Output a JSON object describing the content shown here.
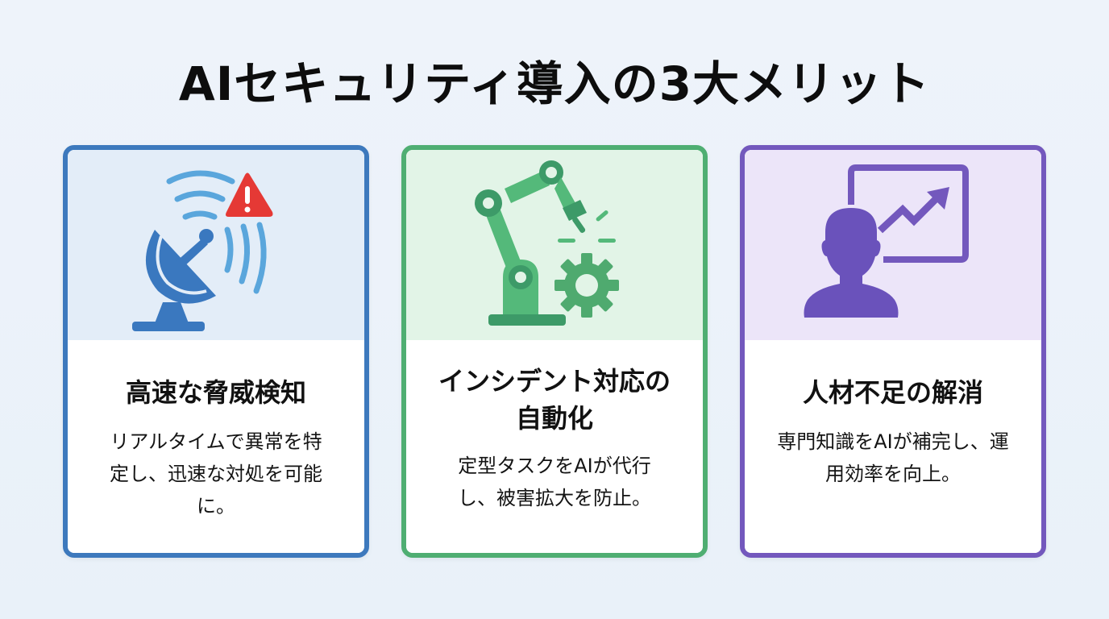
{
  "page": {
    "title": "AIセキュリティ導入の3大メリット"
  },
  "cards": [
    {
      "title": "高速な脅威検知",
      "description": "リアルタイムで異常を特定し、迅速な対処を可能に。",
      "icon": "satellite-dish-alert-icon",
      "accent": "#3d79bd",
      "icon_bg": "#e3edf8"
    },
    {
      "title": "インシデント対応の自動化",
      "description": "定型タスクをAIが代行し、被害拡大を防止。",
      "icon": "robot-arm-gear-icon",
      "accent": "#4fae72",
      "icon_bg": "#e2f4e7"
    },
    {
      "title": "人材不足の解消",
      "description": "専門知識をAIが補完し、運用効率を向上。",
      "icon": "person-growth-chart-icon",
      "accent": "#7358bd",
      "icon_bg": "#ece5f9"
    }
  ],
  "colors": {
    "background": "#eef3fa",
    "warning_red": "#e53935",
    "blue_dark": "#3a78bf",
    "blue_light": "#5aa6dc",
    "green_dark": "#3d9a68",
    "green_light": "#54b97a",
    "purple": "#6a52bb"
  }
}
